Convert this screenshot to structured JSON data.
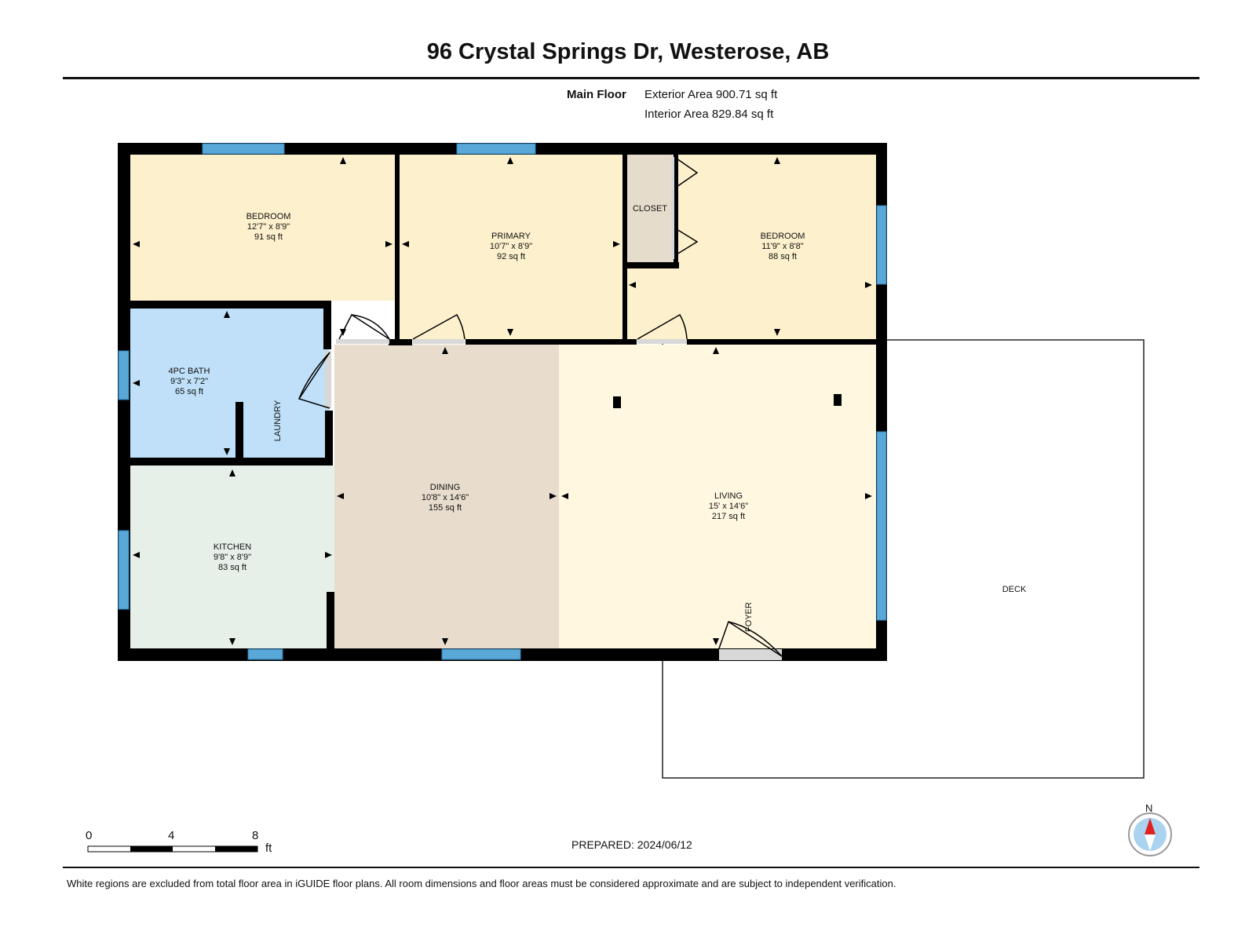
{
  "title": "96 Crystal Springs Dr, Westerose, AB",
  "floor": {
    "name": "Main Floor",
    "exterior_area": "Exterior Area 900.71 sq ft",
    "interior_area": "Interior Area 829.84 sq ft"
  },
  "rooms": {
    "bedroom1": {
      "name": "BEDROOM",
      "dims": "12'7\" x 8'9\"",
      "area": "91 sq ft",
      "color": "#fdf0cc"
    },
    "primary": {
      "name": "PRIMARY",
      "dims": "10'7\" x 8'9\"",
      "area": "92 sq ft",
      "color": "#fdf0cc"
    },
    "closet": {
      "name": "CLOSET",
      "color": "#e6dccb"
    },
    "bedroom2": {
      "name": "BEDROOM",
      "dims": "11'9\" x 8'8\"",
      "area": "88 sq ft",
      "color": "#fdf0cc"
    },
    "bath": {
      "name": "4PC BATH",
      "dims": "9'3\" x 7'2\"",
      "area": "65 sq ft",
      "color": "#bfe0f8"
    },
    "laundry": {
      "name": "LAUNDRY"
    },
    "kitchen": {
      "name": "KITCHEN",
      "dims": "9'8\" x 8'9\"",
      "area": "83 sq ft",
      "color": "#e6f0e9"
    },
    "dining": {
      "name": "DINING",
      "dims": "10'8\" x 14'6\"",
      "area": "155 sq ft",
      "color": "#e8ddcd"
    },
    "living": {
      "name": "LIVING",
      "dims": "15' x 14'6\"",
      "area": "217 sq ft",
      "color": "#fff7e0"
    },
    "foyer": {
      "name": "FOYER"
    },
    "deck": {
      "name": "DECK"
    }
  },
  "colors": {
    "wall": "#000000",
    "window": "#5aa8d8"
  },
  "scale": {
    "ticks": [
      "0",
      "4",
      "8"
    ],
    "unit": "ft"
  },
  "compass": {
    "label": "N"
  },
  "prepared": "PREPARED: 2024/06/12",
  "disclaimer": "White regions are excluded from total floor area in iGUIDE floor plans. All room dimensions and floor areas must be considered approximate and are subject to independent verification."
}
